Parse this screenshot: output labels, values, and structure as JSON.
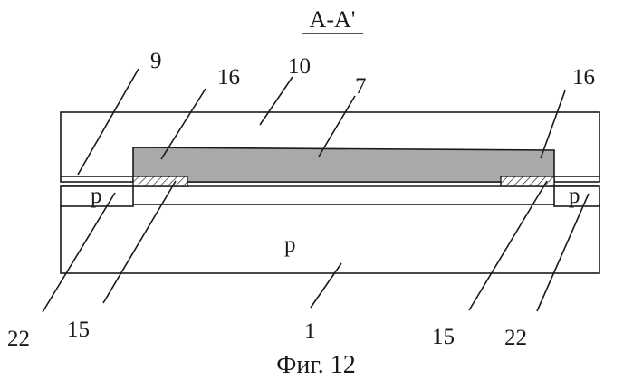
{
  "section_title": "A-A'",
  "caption": "Фиг. 12",
  "labels": {
    "l9": "9",
    "l16_left": "16",
    "l10": "10",
    "l7": "7",
    "l16_right": "16",
    "p_left": "p",
    "p_right": "p",
    "p_substrate": "p",
    "l22_left": "22",
    "l15_left": "15",
    "l1": "1",
    "l15_right": "15",
    "l22_right": "22"
  },
  "colors": {
    "line": "#1a1a1a",
    "gate_fill": "#a9a9a9",
    "background": "#ffffff"
  }
}
